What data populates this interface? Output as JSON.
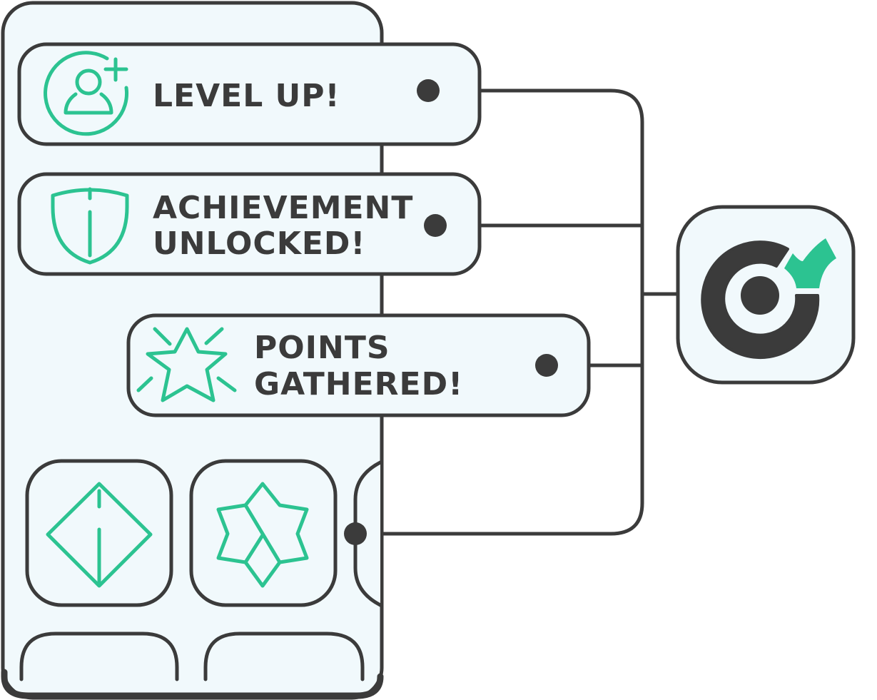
{
  "notifications": [
    {
      "lines": [
        "LEVEL UP!"
      ],
      "icon": "user-plus-icon"
    },
    {
      "lines": [
        "ACHIEVEMENT",
        "UNLOCKED!"
      ],
      "icon": "shield-icon"
    },
    {
      "lines": [
        "POINTS",
        "GATHERED!"
      ],
      "icon": "star-burst-icon"
    }
  ],
  "tiles": [
    {
      "icon": "diamond-arrow-icon"
    },
    {
      "icon": "star-badge-icon"
    }
  ],
  "hub": {
    "icon": "gauge-logo-icon"
  },
  "colors": {
    "stroke": "#3b3b3b",
    "panel_fill": "#f1f9fc",
    "accent": "#2cc391"
  }
}
